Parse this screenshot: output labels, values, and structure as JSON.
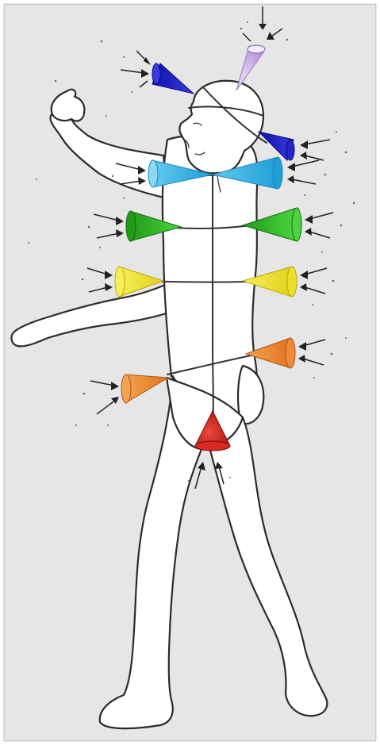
{
  "illustration": {
    "subject": "human-figure-walking",
    "background_color": "#e6e6e6",
    "outline_color": "#2b2b2b",
    "figure_fill": "#ffffff"
  },
  "energy_cones": [
    {
      "name": "crown",
      "color": "#c7a6e8"
    },
    {
      "name": "brow-front",
      "color": "#2326c9"
    },
    {
      "name": "brow-back",
      "color": "#2326c9"
    },
    {
      "name": "throat-front",
      "color": "#2ab0e0"
    },
    {
      "name": "throat-back",
      "color": "#2ab0e0"
    },
    {
      "name": "heart-front",
      "color": "#2fb52a"
    },
    {
      "name": "heart-back",
      "color": "#2fb52a"
    },
    {
      "name": "solar-plexus-front",
      "color": "#ecdf28"
    },
    {
      "name": "solar-plexus-back",
      "color": "#ecdf28"
    },
    {
      "name": "sacral-front",
      "color": "#ef8a3a"
    },
    {
      "name": "sacral-back",
      "color": "#ef8a3a"
    },
    {
      "name": "root",
      "color": "#cc1f1f"
    }
  ]
}
